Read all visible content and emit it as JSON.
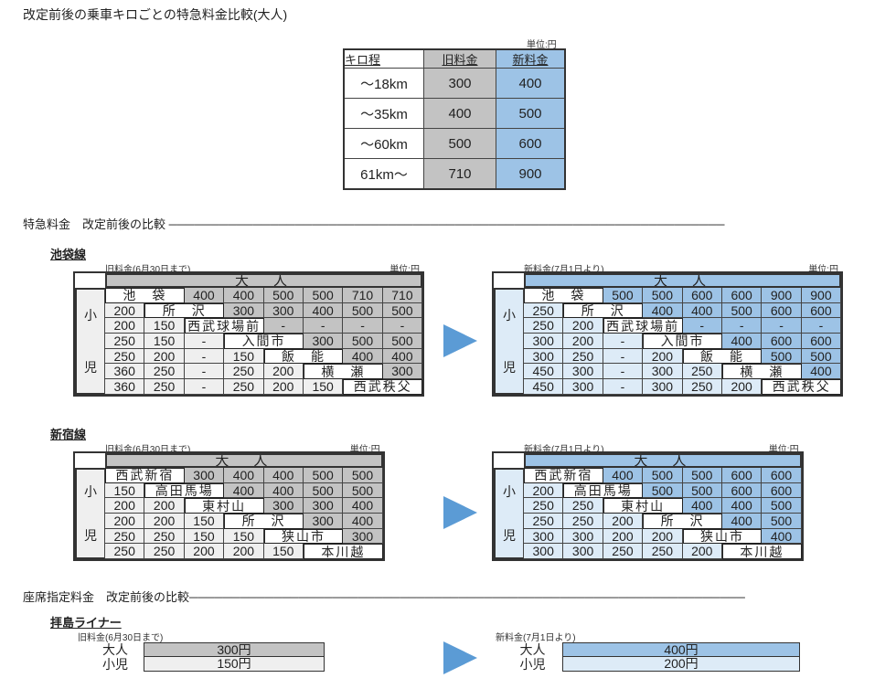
{
  "title": "改定前後の乗車キロごとの特急料金比較(大人)",
  "km_table": {
    "unit": "単位:円",
    "headers": [
      "キロ程",
      "旧料金",
      "新料金"
    ],
    "rows": [
      [
        "～18km",
        "300",
        "400"
      ],
      [
        "～35km",
        "400",
        "500"
      ],
      [
        "～60km",
        "500",
        "600"
      ],
      [
        "61km～",
        "710",
        "900"
      ]
    ]
  },
  "section1": "特急料金　改定前後の比較 ──────────────────────────────────────────────────────────────────",
  "section2": "座席指定料金　改定前後の比較──────────────────────────────────────────────────────────────────",
  "colors": {
    "old_adult": "#c3c3c3",
    "old_child": "#efefef",
    "new_adult": "#9dc3e6",
    "new_child": "#ddebf7",
    "arrow": "#5b9bd5"
  },
  "ikebukuro": {
    "name": "池袋線",
    "old": {
      "caption": "旧料金(6月30日まで)",
      "unit": "単位:円",
      "adult": "大　人",
      "child": "小児",
      "rows": [
        {
          "child": [],
          "station": "池　袋",
          "adult": [
            "400",
            "400",
            "500",
            "500",
            "710",
            "710"
          ]
        },
        {
          "child": [
            "200"
          ],
          "station": "所　沢",
          "adult": [
            "300",
            "300",
            "400",
            "500",
            "500"
          ]
        },
        {
          "child": [
            "200",
            "150"
          ],
          "station": "西武球場前",
          "adult": [
            "-",
            "-",
            "-",
            "-"
          ]
        },
        {
          "child": [
            "250",
            "150",
            "-"
          ],
          "station": "入間市",
          "adult": [
            "300",
            "500",
            "500"
          ]
        },
        {
          "child": [
            "250",
            "200",
            "-",
            "150"
          ],
          "station": "飯　能",
          "adult": [
            "400",
            "400"
          ]
        },
        {
          "child": [
            "360",
            "250",
            "-",
            "250",
            "200"
          ],
          "station": "横　瀬",
          "adult": [
            "300"
          ]
        },
        {
          "child": [
            "360",
            "250",
            "-",
            "250",
            "200",
            "150"
          ],
          "station": "西武秩父",
          "adult": []
        }
      ]
    },
    "new": {
      "caption": "新料金(7月1日より)",
      "unit": "単位:円",
      "adult": "大　人",
      "child": "小児",
      "rows": [
        {
          "child": [],
          "station": "池　袋",
          "adult": [
            "500",
            "500",
            "600",
            "600",
            "900",
            "900"
          ]
        },
        {
          "child": [
            "250"
          ],
          "station": "所　沢",
          "adult": [
            "400",
            "400",
            "500",
            "600",
            "600"
          ]
        },
        {
          "child": [
            "250",
            "200"
          ],
          "station": "西武球場前",
          "adult": [
            "-",
            "-",
            "-",
            "-"
          ]
        },
        {
          "child": [
            "300",
            "200",
            "-"
          ],
          "station": "入間市",
          "adult": [
            "400",
            "600",
            "600"
          ]
        },
        {
          "child": [
            "300",
            "250",
            "-",
            "200"
          ],
          "station": "飯　能",
          "adult": [
            "500",
            "500"
          ]
        },
        {
          "child": [
            "450",
            "300",
            "-",
            "300",
            "250"
          ],
          "station": "横　瀬",
          "adult": [
            "400"
          ]
        },
        {
          "child": [
            "450",
            "300",
            "-",
            "300",
            "250",
            "200"
          ],
          "station": "西武秩父",
          "adult": []
        }
      ]
    }
  },
  "shinjuku": {
    "name": "新宿線",
    "old": {
      "caption": "旧料金(6月30日まで)",
      "unit": "単位:円",
      "adult": "大　人",
      "child": "小児",
      "rows": [
        {
          "child": [],
          "station": "西武新宿",
          "adult": [
            "300",
            "400",
            "400",
            "500",
            "500"
          ]
        },
        {
          "child": [
            "150"
          ],
          "station": "高田馬場",
          "adult": [
            "400",
            "400",
            "500",
            "500"
          ]
        },
        {
          "child": [
            "200",
            "200"
          ],
          "station": "東村山",
          "adult": [
            "300",
            "300",
            "400"
          ]
        },
        {
          "child": [
            "200",
            "200",
            "150"
          ],
          "station": "所　沢",
          "adult": [
            "300",
            "400"
          ]
        },
        {
          "child": [
            "250",
            "250",
            "150",
            "150"
          ],
          "station": "狭山市",
          "adult": [
            "300"
          ]
        },
        {
          "child": [
            "250",
            "250",
            "200",
            "200",
            "150"
          ],
          "station": "本川越",
          "adult": []
        }
      ]
    },
    "new": {
      "caption": "新料金(7月1日より)",
      "unit": "単位:円",
      "adult": "大　人",
      "child": "小児",
      "rows": [
        {
          "child": [],
          "station": "西武新宿",
          "adult": [
            "400",
            "500",
            "500",
            "600",
            "600"
          ]
        },
        {
          "child": [
            "200"
          ],
          "station": "高田馬場",
          "adult": [
            "500",
            "500",
            "600",
            "600"
          ]
        },
        {
          "child": [
            "250",
            "250"
          ],
          "station": "東村山",
          "adult": [
            "400",
            "400",
            "500"
          ]
        },
        {
          "child": [
            "250",
            "250",
            "200"
          ],
          "station": "所　沢",
          "adult": [
            "400",
            "500"
          ]
        },
        {
          "child": [
            "300",
            "300",
            "200",
            "200"
          ],
          "station": "狭山市",
          "adult": [
            "400"
          ]
        },
        {
          "child": [
            "300",
            "300",
            "250",
            "250",
            "200"
          ],
          "station": "本川越",
          "adult": []
        }
      ]
    }
  },
  "haijima": {
    "name": "拝島ライナー",
    "old": {
      "caption": "旧料金(6月30日まで)",
      "adult_label": "大人",
      "adult": "300円",
      "child_label": "小児",
      "child": "150円"
    },
    "new": {
      "caption": "新料金(7月1日より)",
      "adult_label": "大人",
      "adult": "400円",
      "child_label": "小児",
      "child": "200円"
    }
  }
}
